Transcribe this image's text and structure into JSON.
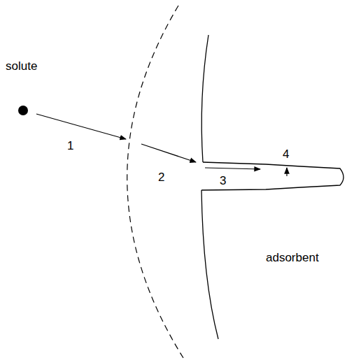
{
  "diagram": {
    "labels": [
      "solute",
      "1",
      "2",
      "3",
      "4",
      "adsorbent"
    ]
  }
}
